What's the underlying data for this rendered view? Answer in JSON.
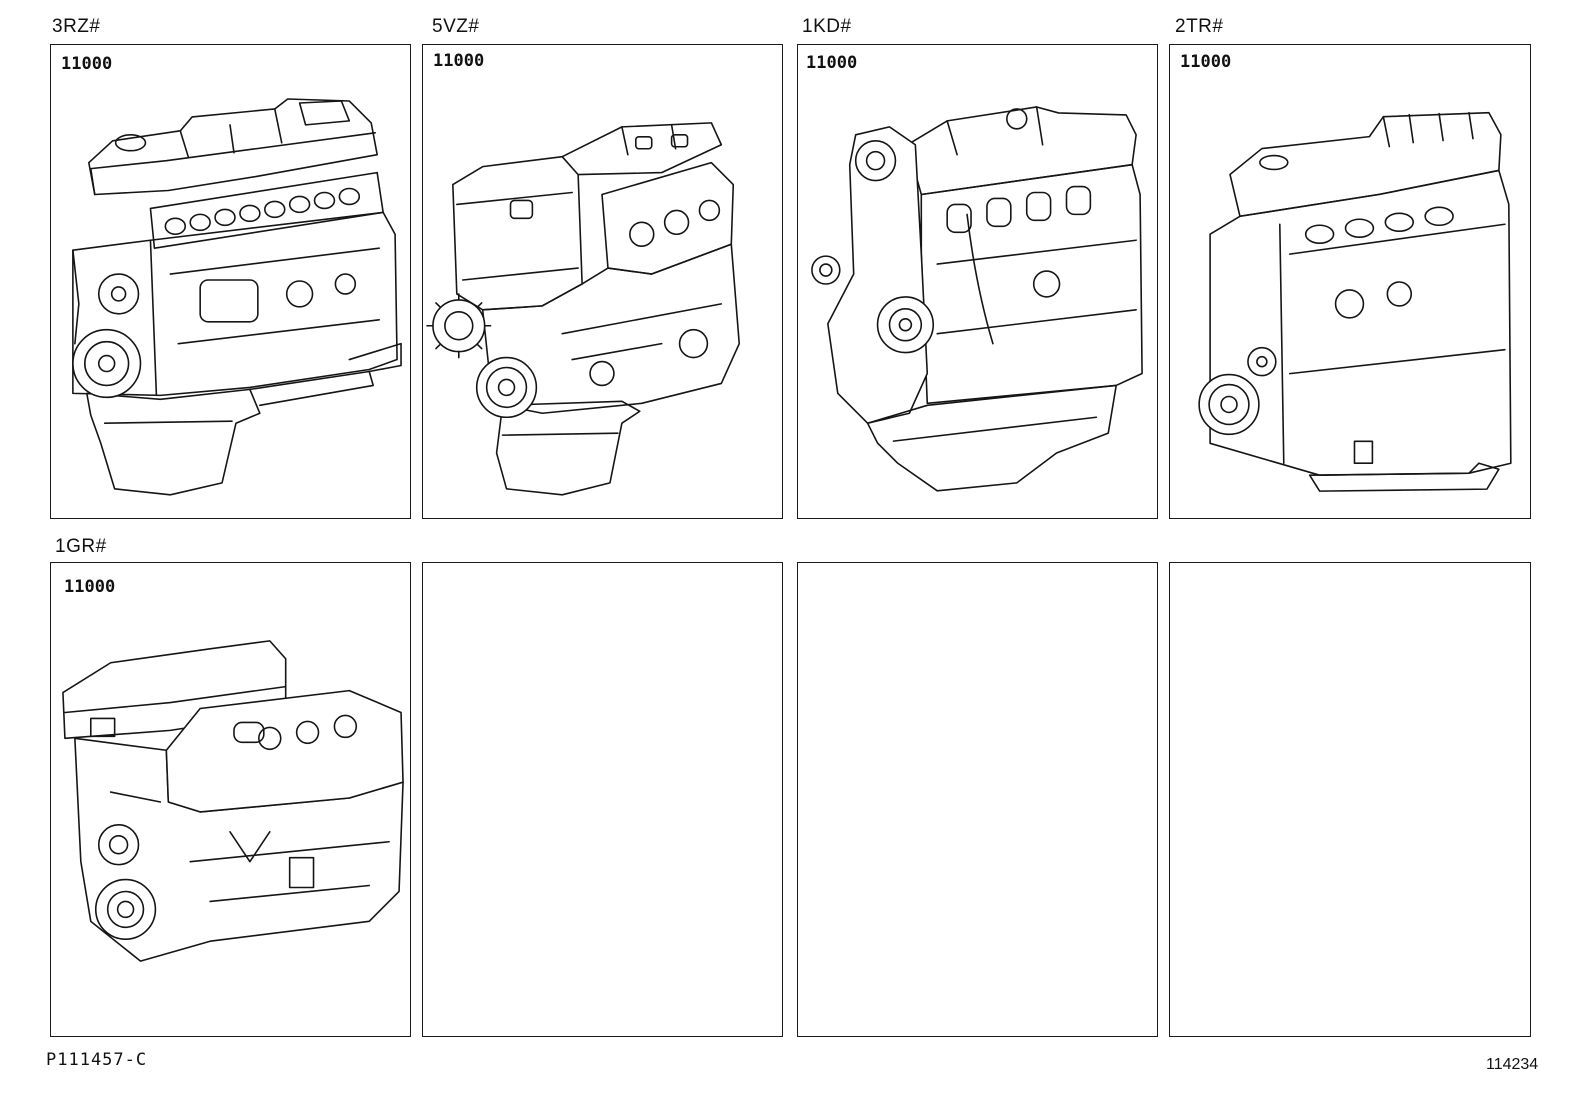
{
  "diagram": {
    "code": "P111457-C",
    "illustration_number": "114234"
  },
  "panels": [
    {
      "engine": "3RZ#",
      "part_number": "11000"
    },
    {
      "engine": "5VZ#",
      "part_number": "11000"
    },
    {
      "engine": "1KD#",
      "part_number": "11000"
    },
    {
      "engine": "2TR#",
      "part_number": "11000"
    },
    {
      "engine": "1GR#",
      "part_number": "11000"
    }
  ]
}
